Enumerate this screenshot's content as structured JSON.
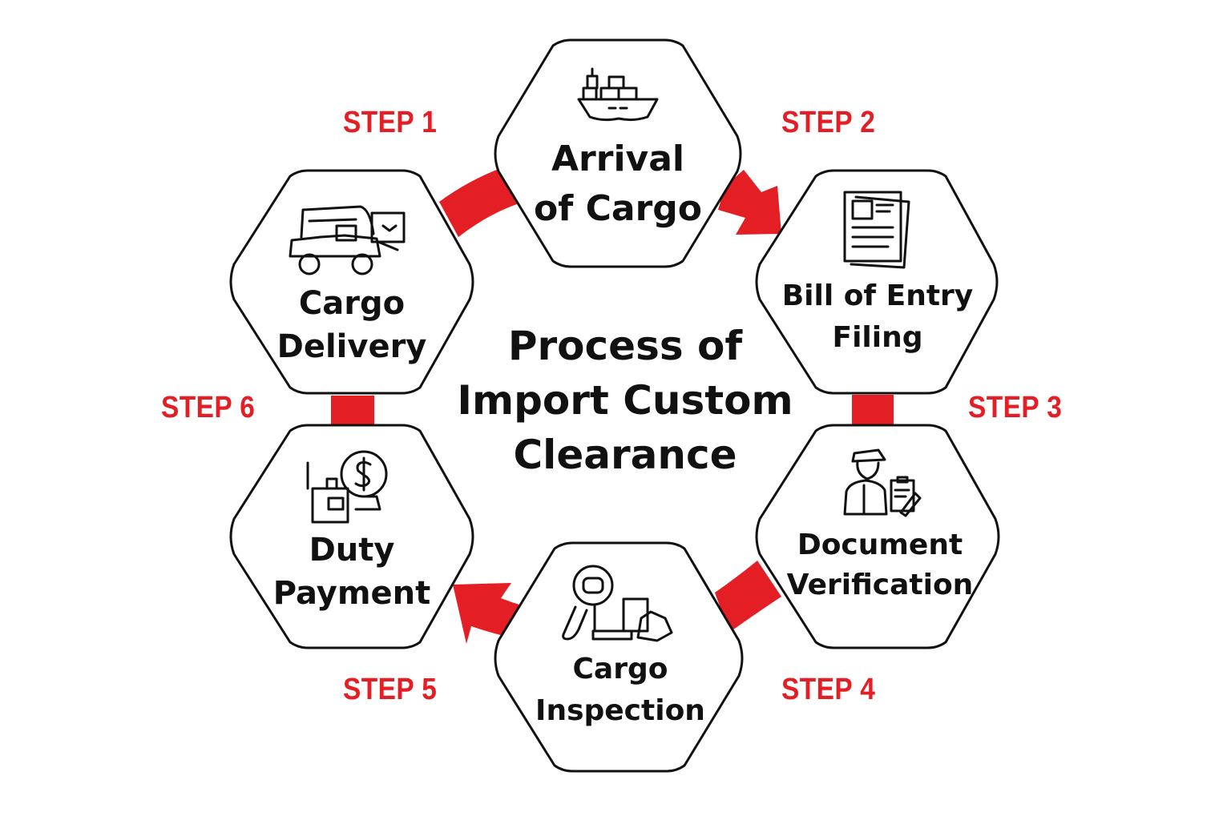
{
  "title": {
    "line1": "Process of",
    "line2": "Import Custom",
    "line3": "Clearance"
  },
  "accent_color": "#e31e24",
  "steps": [
    {
      "label": "STEP 1",
      "title_lines": [
        "Arrival",
        "of Cargo"
      ],
      "icon": "cargo-ship-icon"
    },
    {
      "label": "STEP 2",
      "title_lines": [
        "Bill of Entry",
        "Filing"
      ],
      "icon": "document-icon"
    },
    {
      "label": "STEP 3",
      "title_lines": [
        "Document",
        "Verification"
      ],
      "icon": "customs-officer-clipboard-icon"
    },
    {
      "label": "STEP 4",
      "title_lines": [
        "Cargo",
        "Inspection"
      ],
      "icon": "magnifier-inspection-icon"
    },
    {
      "label": "STEP 5",
      "title_lines": [
        "Duty",
        "Payment"
      ],
      "icon": "dollar-coin-box-icon"
    },
    {
      "label": "STEP 6",
      "title_lines": [
        "Cargo",
        "Delivery"
      ],
      "icon": "delivery-truck-icon"
    }
  ]
}
